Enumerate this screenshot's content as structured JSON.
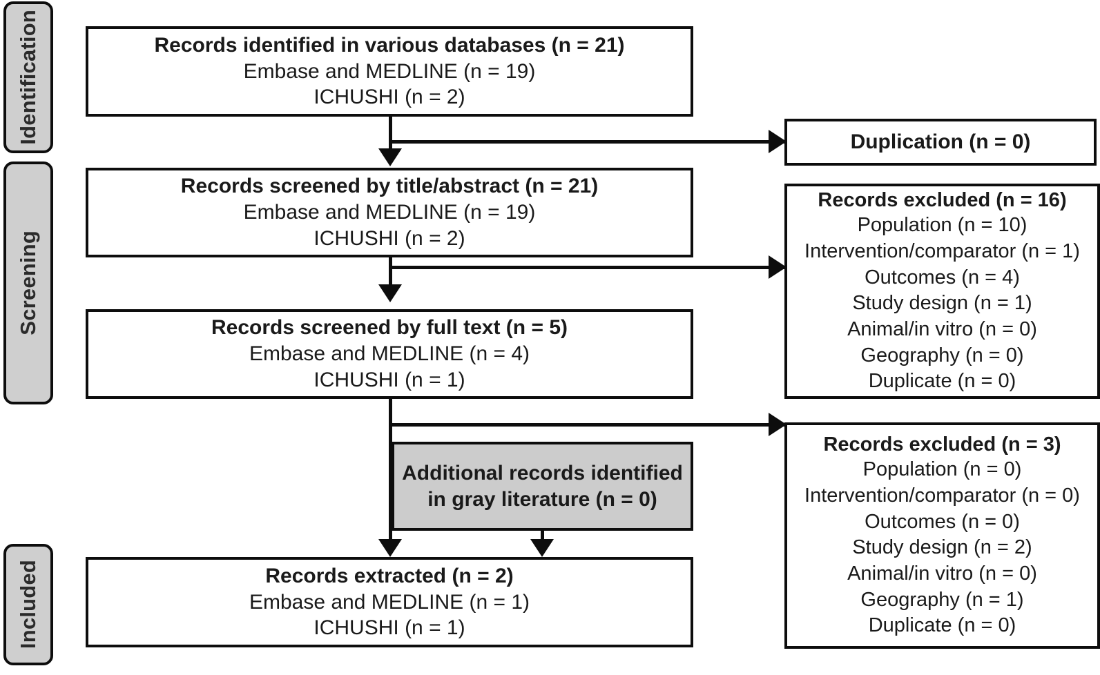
{
  "figure": {
    "type": "prisma-flow-diagram",
    "background_color": "#ffffff",
    "line_color": "#0d0d0d",
    "stage_label_fill": "#cfcfcf",
    "gray_box_fill": "#cccccc"
  },
  "stages": [
    {
      "id": "identification",
      "label": "Identification"
    },
    {
      "id": "screening",
      "label": "Screening"
    },
    {
      "id": "included",
      "label": "Included"
    }
  ],
  "main_boxes": [
    {
      "id": "records-identified",
      "title": "Records identified in various databases (n = 21)",
      "lines": [
        "Embase and MEDLINE (n = 19)",
        "ICHUSHI (n = 2)"
      ]
    },
    {
      "id": "records-screened-title-abstract",
      "title": "Records screened by title/abstract (n = 21)",
      "lines": [
        "Embase and MEDLINE (n = 19)",
        "ICHUSHI (n = 2)"
      ]
    },
    {
      "id": "records-screened-full-text",
      "title": "Records screened by full text (n = 5)",
      "lines": [
        "Embase and MEDLINE (n = 4)",
        "ICHUSHI (n = 1)"
      ]
    },
    {
      "id": "records-extracted",
      "title": "Records extracted (n = 2)",
      "lines": [
        "Embase and MEDLINE (n = 1)",
        "ICHUSHI (n = 1)"
      ]
    }
  ],
  "gray_literature_box": {
    "id": "additional-records-gray-literature",
    "line1": "Additional records identified",
    "line2": "in gray literature (n = 0)"
  },
  "side_boxes": [
    {
      "id": "duplication",
      "title": "Duplication (n = 0)",
      "lines": []
    },
    {
      "id": "records-excluded-16",
      "title": "Records excluded (n = 16)",
      "lines": [
        "Population (n = 10)",
        "Intervention/comparator (n = 1)",
        "Outcomes (n = 4)",
        "Study design (n = 1)",
        "Animal/in vitro (n = 0)",
        "Geography (n = 0)",
        "Duplicate (n = 0)"
      ]
    },
    {
      "id": "records-excluded-3",
      "title": "Records excluded (n = 3)",
      "lines": [
        "Population (n = 0)",
        "Intervention/comparator (n = 0)",
        "Outcomes (n = 0)",
        "Study design (n = 2)",
        "Animal/in vitro (n = 0)",
        "Geography (n = 1)",
        "Duplicate (n = 0)"
      ]
    }
  ]
}
